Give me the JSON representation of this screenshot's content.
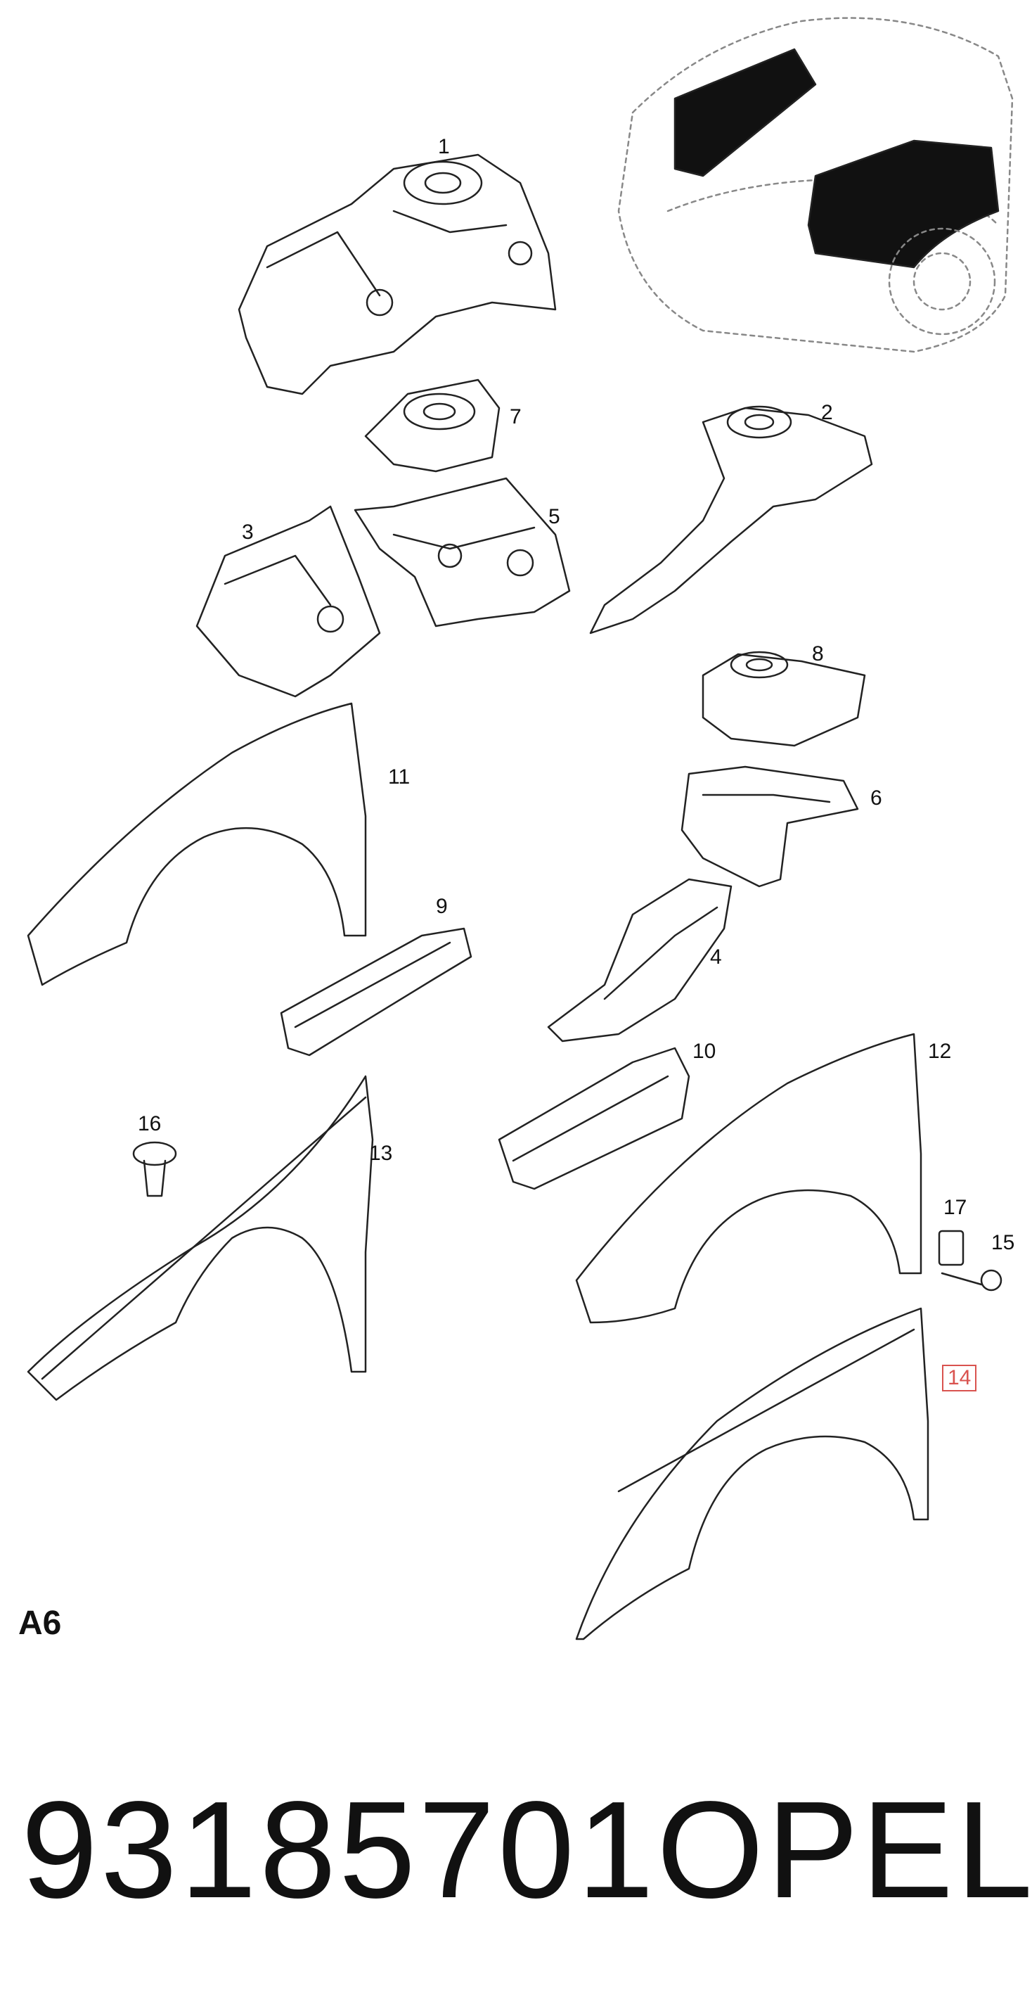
{
  "diagram": {
    "section_code": "A6",
    "callouts": [
      "1",
      "2",
      "3",
      "4",
      "5",
      "6",
      "7",
      "8",
      "9",
      "10",
      "11",
      "12",
      "13",
      "14",
      "15",
      "16",
      "17"
    ],
    "highlighted_callout": "14",
    "highlight_color": "#d9534f"
  },
  "footer": {
    "part_number": "93185701",
    "brand": "OPEL"
  }
}
